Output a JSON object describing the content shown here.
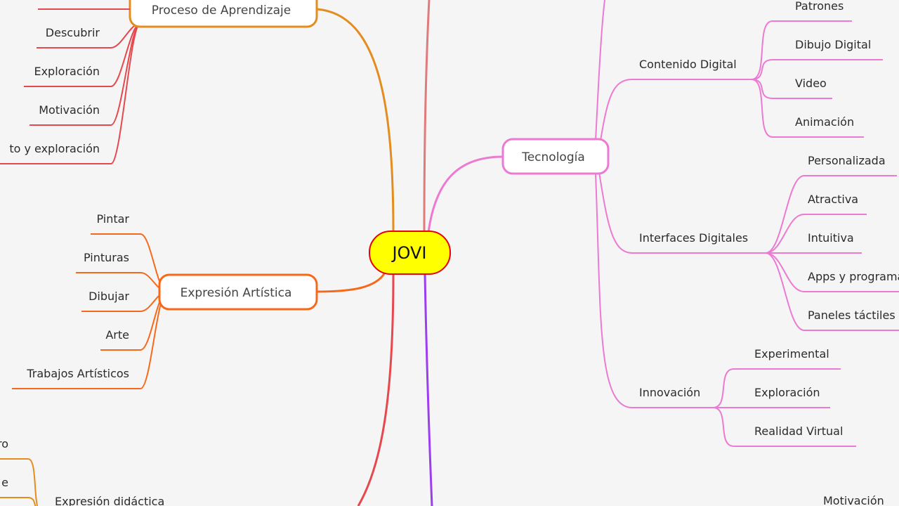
{
  "root": {
    "label": "JOVI",
    "fill": "#ffff00",
    "stroke": "#e8000b"
  },
  "colors": {
    "proceso": "#e38d1f",
    "proceso_children": "#e5484d",
    "artistica": "#f7691a",
    "tecnologia": "#ec7ad2",
    "top_branch": "#e07b7b",
    "bottom_red": "#e5484d",
    "bottom_purple": "#9b3ef0",
    "didactica": "#e38d1f"
  },
  "proceso": {
    "label": "Proceso de Aprendizaje",
    "children": [
      "Descubrir",
      "Exploración",
      "Motivación",
      "to y exploración"
    ]
  },
  "artistica": {
    "label": "Expresión Artística",
    "children": [
      "Pintar",
      "Pinturas",
      "Dibujar",
      "Arte",
      "Trabajos Artísticos"
    ]
  },
  "tecnologia": {
    "label": "Tecnología",
    "contenido": {
      "label": "Contenido Digital",
      "children": [
        "Patrones",
        "Dibujo Digital",
        "Video",
        "Animación"
      ]
    },
    "interfaces": {
      "label": "Interfaces Digitales",
      "children": [
        "Personalizada",
        "Atractiva",
        "Intuitiva",
        "Apps y programas",
        "Paneles táctiles"
      ]
    },
    "innovacion": {
      "label": "Innovación",
      "children": [
        "Experimental",
        "Exploración",
        "Realidad Virtual"
      ]
    }
  },
  "didactica": {
    "label": "Expresión didáctica",
    "children": [
      "ro",
      "e"
    ]
  },
  "bottom_right": {
    "label": "Motivación"
  }
}
